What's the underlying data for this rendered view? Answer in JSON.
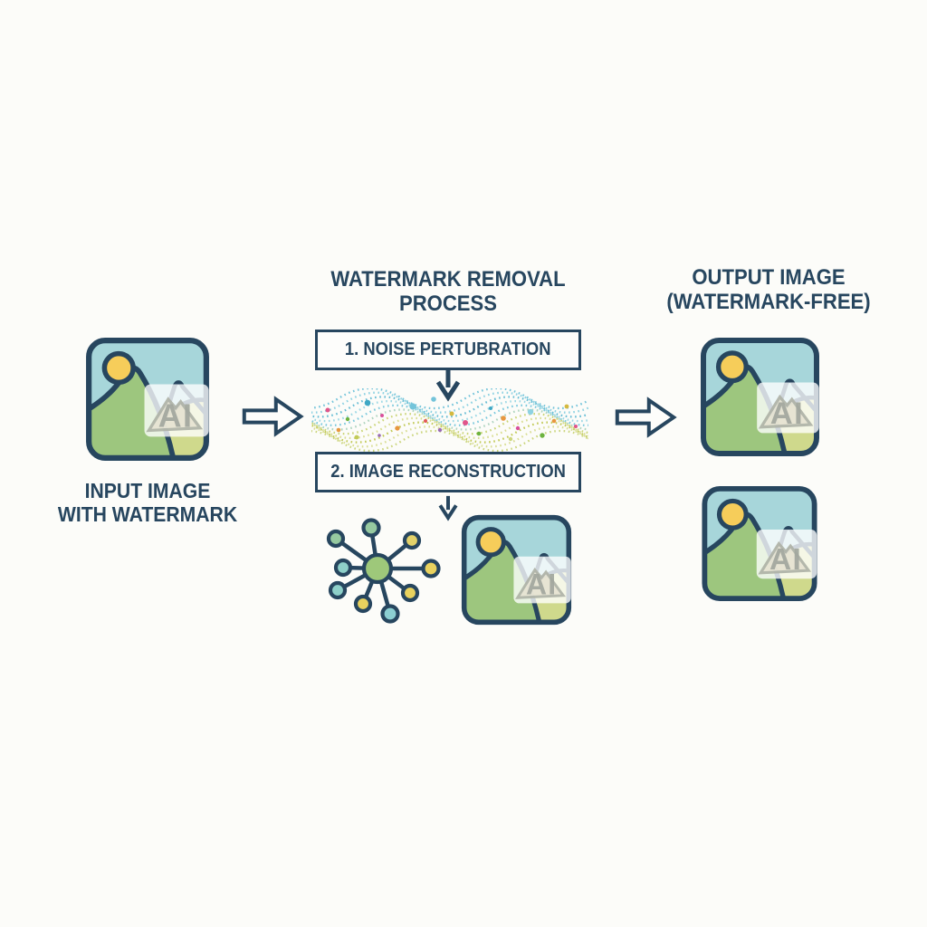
{
  "input": {
    "label_line1": "INPUT IMAGE",
    "label_line2": "WITH WATERMARK"
  },
  "process": {
    "title_line1": "WATERMARK REMOVAL",
    "title_line2": "PROCESS",
    "step1_label": "1. NOISE PERTUBRATION",
    "step2_label": "2. IMAGE RECONSTRUCTION"
  },
  "output": {
    "title_line1": "OUTPUT IMAGE",
    "title_line2": "(WATERMARK-FREE)"
  },
  "watermark": {
    "text": "AI"
  },
  "icons": {
    "flow_arrow": "right-block-arrow-icon",
    "down_arrow": "down-arrow-icon",
    "noise_graphic": "noise-wave-dots",
    "network_graphic": "node-network",
    "image_graphic": "landscape-image"
  },
  "colors": {
    "navy": "#27465f",
    "sky": "#a7d6da",
    "sun": "#f6cd5a",
    "mountain": "#9dc67e",
    "field": "#cfd98c",
    "watermark_overlay": "#ffffff",
    "watermark_text": "#a2a79e",
    "wave_blue": "#74c4da",
    "wave_green": "#c2ca58",
    "background": "#fcfcf9"
  }
}
